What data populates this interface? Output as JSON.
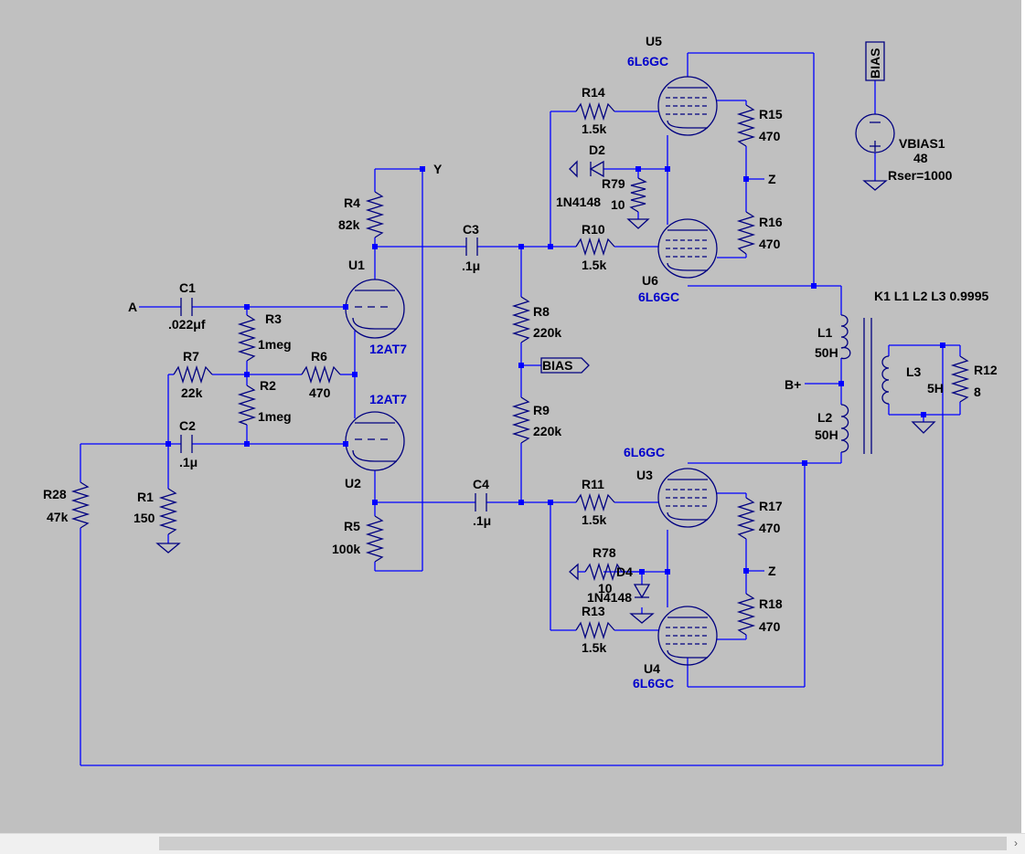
{
  "labels": {
    "U5": "U5",
    "U5_model": "6L6GC",
    "U6": "U6",
    "U6_model": "6L6GC",
    "U3": "U3",
    "U3_model": "6L6GC",
    "U4": "U4",
    "U4_model": "6L6GC",
    "U1": "U1",
    "U1_model": "12AT7",
    "U2": "U2",
    "U2_model": "12AT7",
    "R14": "R14",
    "R14_val": "1.5k",
    "R15": "R15",
    "R15_val": "470",
    "R16": "R16",
    "R16_val": "470",
    "R10": "R10",
    "R10_val": "1.5k",
    "R79": "R79",
    "R79_val": "10",
    "D2": "D2",
    "D2_model": "1N4148",
    "R4": "R4",
    "R4_val": "82k",
    "C3": "C3",
    "C3_val": ".1μ",
    "C1": "C1",
    "C1_val": ".022μf",
    "R3": "R3",
    "R3_val": "1meg",
    "R7": "R7",
    "R7_val": "22k",
    "R6": "R6",
    "R6_val": "470",
    "R2": "R2",
    "R2_val": "1meg",
    "C2": "C2",
    "C2_val": ".1μ",
    "R1": "R1",
    "R1_val": "150",
    "R28": "R28",
    "R28_val": "47k",
    "R5": "R5",
    "R5_val": "100k",
    "C4": "C4",
    "C4_val": ".1μ",
    "R8": "R8",
    "R8_val": "220k",
    "R9": "R9",
    "R9_val": "220k",
    "R11": "R11",
    "R11_val": "1.5k",
    "R17": "R17",
    "R17_val": "470",
    "R18": "R18",
    "R18_val": "470",
    "R13": "R13",
    "R13_val": "1.5k",
    "R78": "R78",
    "R78_val": "10",
    "D4": "D4",
    "D4_model": "1N4148",
    "R12": "R12",
    "R12_val": "8",
    "L1": "L1",
    "L1_val": "50H",
    "L2": "L2",
    "L2_val": "50H",
    "L3": "L3",
    "L3_val": "5H",
    "K1": "K1 L1 L2 L3 0.9995",
    "VBIAS1": "VBIAS1",
    "VBIAS1_val": "48",
    "VBIAS1_rser": "Rser=1000",
    "net_A": "A",
    "net_Y": "Y",
    "net_Z_top": "Z",
    "net_Z_bot": "Z",
    "net_Bplus": "B+",
    "net_BIAS": "BIAS",
    "net_BIAS_top": "BIAS"
  },
  "scrollbar": {
    "right_arrow": "›"
  },
  "colors": {
    "background": "#c0c0c0",
    "wire": "#0000ff",
    "component": "#000080",
    "tube_label": "#0000cc"
  }
}
